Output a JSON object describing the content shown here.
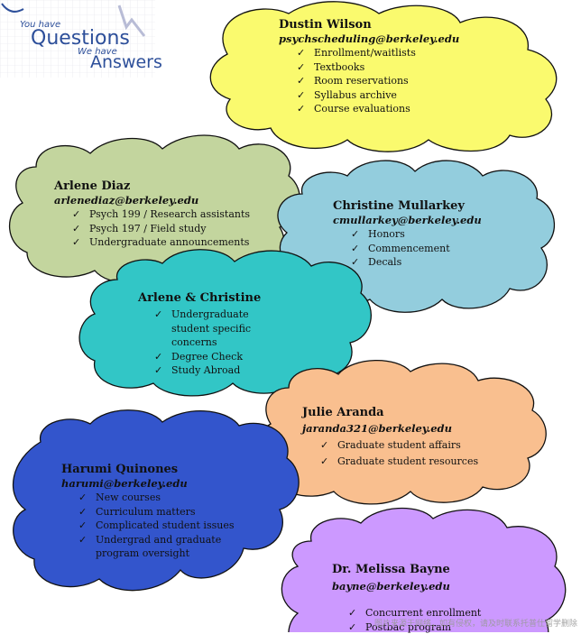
{
  "logo": {
    "line1": "You have",
    "line2": "Questions",
    "line3": "We have",
    "line4": "Answers"
  },
  "check": "✓",
  "clouds": {
    "dustin": {
      "name": "Dustin Wilson",
      "email": "psychscheduling@berkeley.edu",
      "items": [
        "Enrollment/waitlists",
        "Textbooks",
        "Room reservations",
        "Syllabus archive",
        "Course evaluations"
      ],
      "color": "#fafa6e"
    },
    "arlene": {
      "name": "Arlene Diaz",
      "email": "arlenediaz@berkeley.edu",
      "items": [
        "Psych 199 / Research assistants",
        "Psych 197 / Field study",
        "Undergraduate announcements"
      ],
      "color": "#c3d59e"
    },
    "christine": {
      "name": "Christine Mullarkey",
      "email": "cmullarkey@berkeley.edu",
      "items": [
        "Honors",
        "Commencement",
        "Decals"
      ],
      "color": "#93cddd"
    },
    "both": {
      "name": "Arlene & Christine",
      "items": [
        "Undergraduate student specific concerns",
        "Degree Check",
        "Study Abroad"
      ],
      "color": "#32c6c6"
    },
    "julie": {
      "name": "Julie Aranda",
      "email": "jaranda321@berkeley.edu",
      "items": [
        "Graduate student affairs",
        "Graduate student resources"
      ],
      "color": "#f9bf8f"
    },
    "harumi": {
      "name": "Harumi Quinones",
      "email": "harumi@berkeley.edu",
      "items": [
        "New courses",
        "Curriculum matters",
        "Complicated student issues",
        "Undergrad and graduate program oversight"
      ],
      "color": "#3355cc"
    },
    "melissa": {
      "name": "Dr. Melissa Bayne",
      "email": "bayne@berkeley.edu",
      "items": [
        "Concurrent enrollment",
        "Postbac program"
      ],
      "color": "#cc99ff"
    }
  },
  "watermark": "图片来源于网络，如有侵权，请及时联系托普仕留学删除"
}
